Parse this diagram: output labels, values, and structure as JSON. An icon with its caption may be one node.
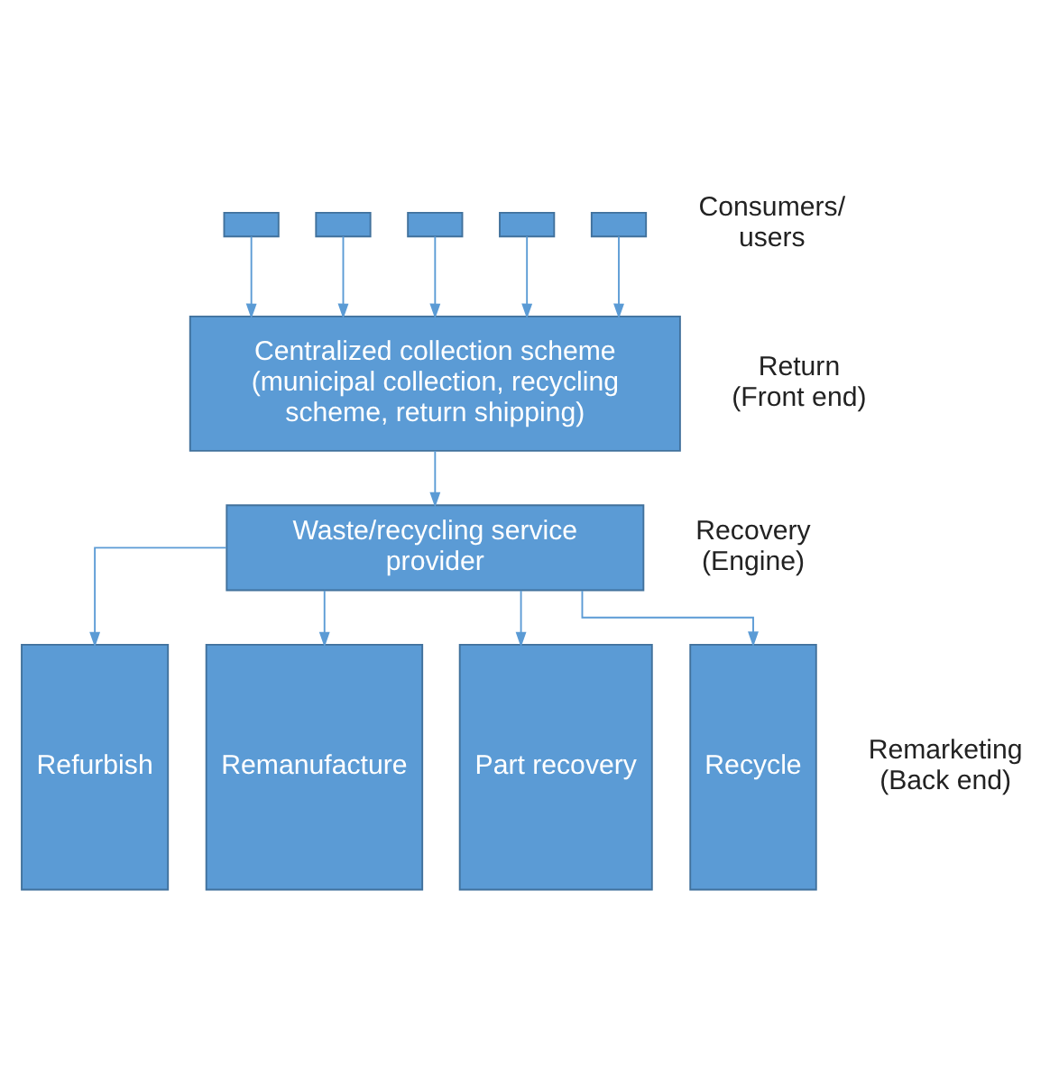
{
  "diagram": {
    "nodes": [
      {
        "text": [],
        "shape": "box"
      },
      {
        "text": [],
        "shape": "box"
      },
      {
        "text": [],
        "shape": "box"
      },
      {
        "text": [],
        "shape": "box"
      },
      {
        "text": [],
        "shape": "box"
      },
      {
        "text": [
          "Centralized collection scheme (municipal collection, recycling scheme, return shipping)"
        ]
      },
      {
        "text": [
          "Waste/recycling service provider"
        ]
      },
      {
        "text": [
          "Refurbish"
        ]
      },
      {
        "text": [
          "Remanufacture"
        ]
      },
      {
        "text": [
          "Part recovery"
        ]
      },
      {
        "text": [
          "Recycle"
        ]
      }
    ],
    "edges": [
      {
        "from": 0,
        "to": 5,
        "arrow": "to"
      },
      {
        "from": 1,
        "to": 5,
        "arrow": "to"
      },
      {
        "from": 2,
        "to": 5,
        "arrow": "to"
      },
      {
        "from": 3,
        "to": 5,
        "arrow": "to"
      },
      {
        "from": 4,
        "to": 5,
        "arrow": "to"
      },
      {
        "from": 5,
        "to": 6,
        "arrow": "to"
      },
      {
        "from": 6,
        "to": 7,
        "arrow": "to"
      },
      {
        "from": 6,
        "to": 8,
        "arrow": "to"
      },
      {
        "from": 6,
        "to": 9,
        "arrow": "to"
      },
      {
        "from": 6,
        "to": 10,
        "arrow": "to"
      }
    ],
    "labels": [
      "Consumers/ users",
      "Return (Front end)",
      "Recovery (Engine)",
      "Remarketing (Back end)"
    ]
  }
}
